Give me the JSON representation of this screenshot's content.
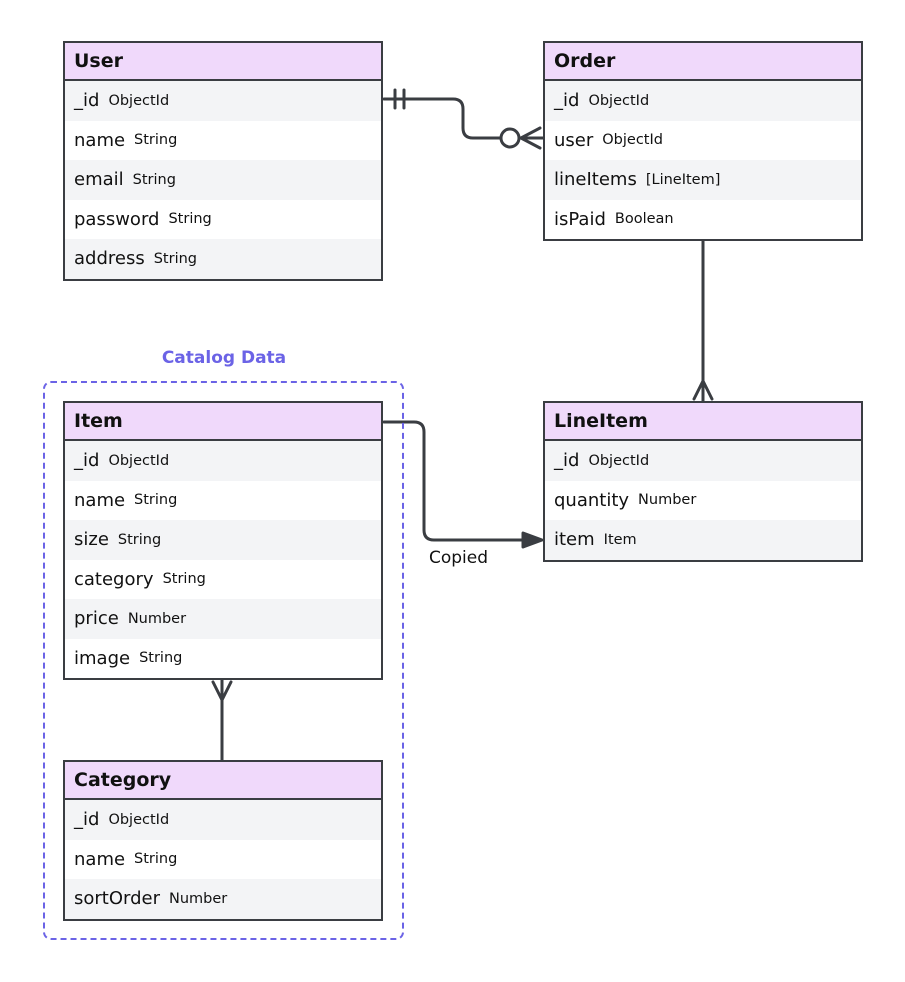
{
  "entities": {
    "user": {
      "title": "User",
      "fields": [
        {
          "name": "_id",
          "type": "ObjectId"
        },
        {
          "name": "name",
          "type": "String"
        },
        {
          "name": "email",
          "type": "String"
        },
        {
          "name": "password",
          "type": "String"
        },
        {
          "name": "address",
          "type": "String"
        }
      ]
    },
    "order": {
      "title": "Order",
      "fields": [
        {
          "name": "_id",
          "type": "ObjectId"
        },
        {
          "name": "user",
          "type": "ObjectId"
        },
        {
          "name": "lineItems",
          "type": "[LineItem]"
        },
        {
          "name": "isPaid",
          "type": "Boolean"
        }
      ]
    },
    "item": {
      "title": "Item",
      "fields": [
        {
          "name": "_id",
          "type": "ObjectId"
        },
        {
          "name": "name",
          "type": "String"
        },
        {
          "name": "size",
          "type": "String"
        },
        {
          "name": "category",
          "type": "String"
        },
        {
          "name": "price",
          "type": "Number"
        },
        {
          "name": "image",
          "type": "String"
        }
      ]
    },
    "lineitem": {
      "title": "LineItem",
      "fields": [
        {
          "name": "_id",
          "type": "ObjectId"
        },
        {
          "name": "quantity",
          "type": "Number"
        },
        {
          "name": "item",
          "type": "Item"
        }
      ]
    },
    "category": {
      "title": "Category",
      "fields": [
        {
          "name": "_id",
          "type": "ObjectId"
        },
        {
          "name": "name",
          "type": "String"
        },
        {
          "name": "sortOrder",
          "type": "Number"
        }
      ]
    }
  },
  "group": {
    "label": "Catalog Data",
    "color": "#6b63e6"
  },
  "edges": {
    "copied_label": "Copied"
  },
  "colors": {
    "header_fill": "#f0d9fb",
    "line": "#3a3d42",
    "stripe": "#f3f4f6"
  }
}
